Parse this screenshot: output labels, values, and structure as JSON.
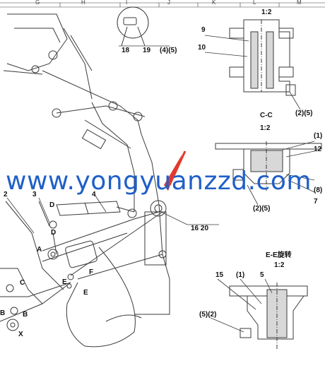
{
  "columns": [
    "G",
    "H",
    "I",
    "J",
    "K",
    "L",
    "M"
  ],
  "sections": {
    "scale_top": "1:2",
    "cc_title": "C-C",
    "cc_scale": "1:2",
    "ee_title": "E-E旋转",
    "ee_scale": "1:2"
  },
  "callouts": {
    "n9": "9",
    "n10": "10",
    "n18": "18",
    "n19": "19",
    "n45a": "(4)(5)",
    "n25a": "(2)(5)",
    "n1a": "(1)",
    "n12": "12",
    "n8": "(8)",
    "n7": "7",
    "n25b": "(2)(5)",
    "n1620": "16 20",
    "n15": "15",
    "n1b": "(1)",
    "n5": "5",
    "n52": "(5)(2)",
    "n2": "2",
    "n3": "3",
    "n4": "4",
    "D1": "D",
    "D2": "D",
    "A": "A",
    "C": "C",
    "F": "F",
    "E1": "E",
    "E2": "E",
    "B1": "B",
    "B2": "B",
    "X": "X"
  },
  "watermark": "www.yongyuanzzd.com",
  "colors": {
    "line": "#3a3a3a",
    "watermark": "#1f5fc8",
    "arrow": "#e23a2e"
  }
}
